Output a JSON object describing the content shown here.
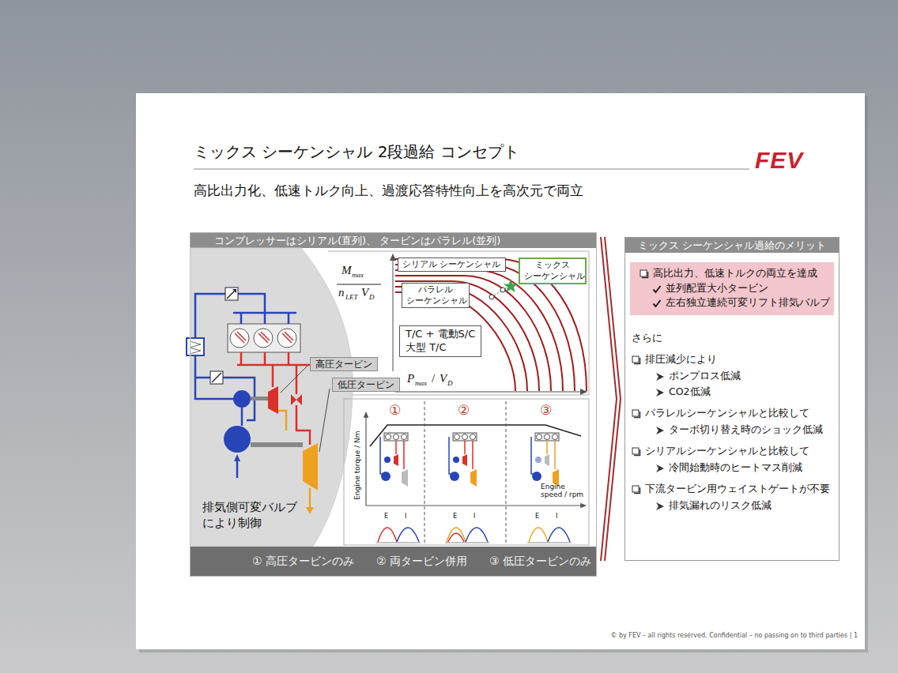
{
  "diagram": {
    "title": "ミックス シーケンシャル 2段過給 コンセプト",
    "nodes": [
      {
        "text": [
          "コンプレッサーはシリアル(直列)、 タービンはパラレル(並列)"
        ]
      },
      {
        "text": [
          "排気側可変バルブ により制御"
        ],
        "in": 0
      },
      {
        "text": [
          "高圧タービン"
        ],
        "in": 1
      },
      {
        "text": [
          "低圧タービン"
        ],
        "in": 1
      },
      {
        "text": [
          "シリアル シーケンシャル"
        ],
        "in": 0
      },
      {
        "text": [
          "ミックス シーケンシャル"
        ],
        "in": 0
      },
      {
        "text": [
          "パラレル シーケンシャル"
        ],
        "in": 0
      },
      {
        "text": [
          "T/C + 電動S/C",
          "大型 T/C"
        ],
        "in": 0
      },
      {
        "text": [
          "① 高圧タービンのみ",
          "② 両タービン併用",
          "③ 低圧タービンのみ"
        ],
        "in": 0
      },
      {
        "text": [
          "ミックス シーケンシャル過給のメリット",
          "さらに",
          "排圧減少により",
          "ポンプロス低減",
          "CO2低減",
          "パラレルシーケンシャルと比較して",
          "ターボ切り替え時のショック低減",
          "シリアルシーケンシャルと比較して",
          "冷間始動時のヒートマス削減",
          "下流タービン用ウェイストゲートが不要",
          "排気漏れのリスク低減"
        ]
      },
      {
        "text": [
          "高比出力、低速トルクの両立を達成",
          "並列配置大小タービン",
          "左右独立連続可変リフト排気バルブ"
        ],
        "in": 9
      }
    ],
    "labels": [
      "FEV",
      "高比出力化、低速トルク向上、過渡応答特性向上を高次元で両立",
      "M",
      "max",
      "n",
      "LET",
      "V",
      "D",
      "P",
      "max",
      "/",
      "V",
      "D",
      "①",
      "②",
      "③",
      "Engine torque / Nm",
      "Engine speed / rpm",
      "E",
      "I",
      "E",
      "I",
      "E",
      "I",
      "© by FEV – all rights reserved. Confidential – no passing on to third parties | 1"
    ]
  }
}
